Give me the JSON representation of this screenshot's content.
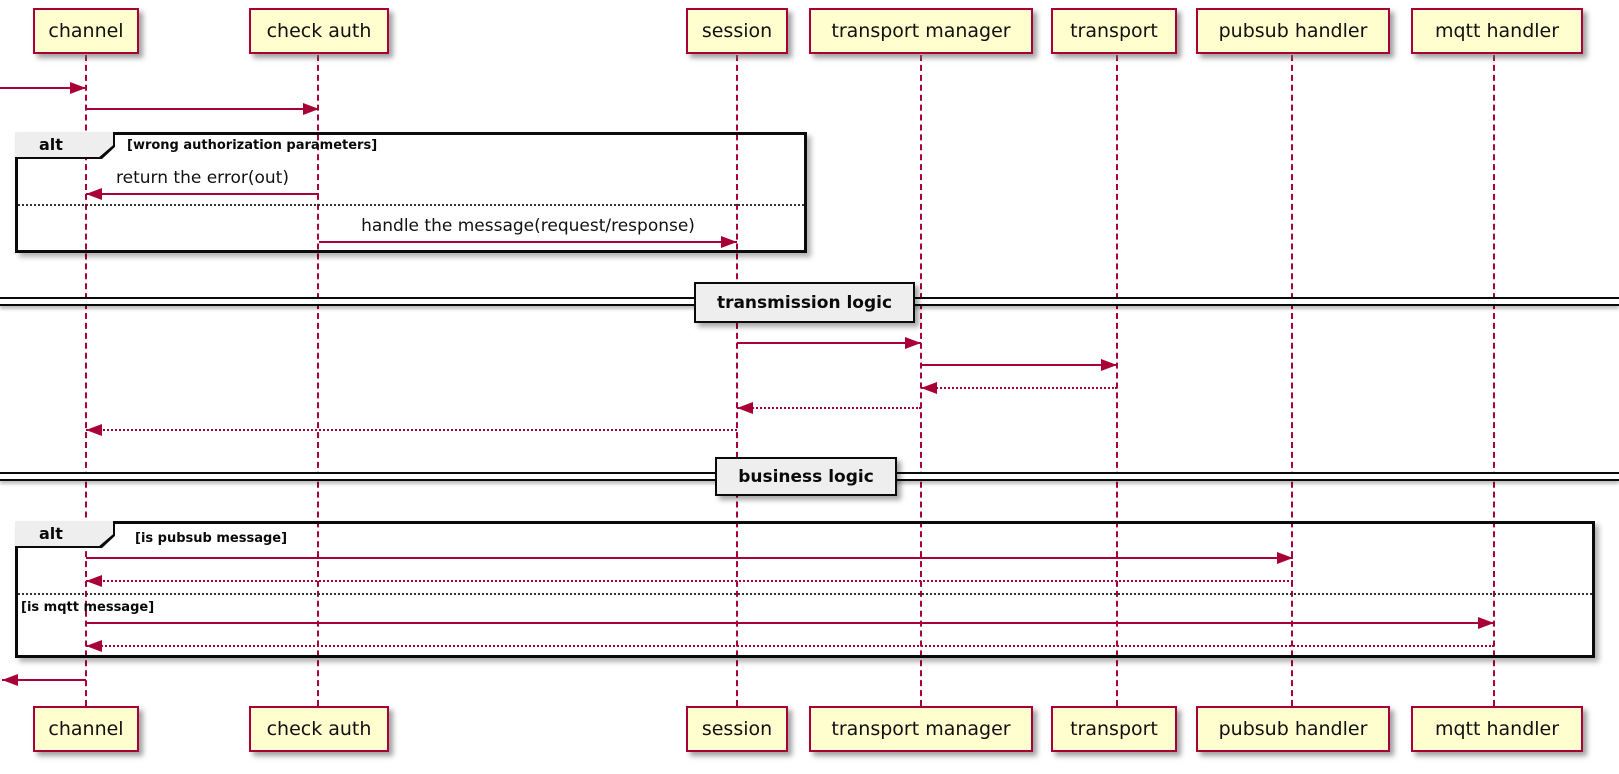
{
  "participants": [
    {
      "label": "channel"
    },
    {
      "label": "check auth"
    },
    {
      "label": "session"
    },
    {
      "label": "transport manager"
    },
    {
      "label": "transport"
    },
    {
      "label": "pubsub handler"
    },
    {
      "label": "mqtt handler"
    }
  ],
  "frames": {
    "auth": {
      "operator": "alt",
      "condition": "[wrong authorization parameters]"
    },
    "routing": {
      "operator": "alt",
      "condition_pubsub": "[is pubsub message]",
      "condition_mqtt": "[is mqtt message]"
    }
  },
  "messages": {
    "return_error": "return the error(out)",
    "handle_message": "handle the message(request/response)"
  },
  "dividers": {
    "transmission": "transmission logic",
    "business": "business logic"
  },
  "colors": {
    "participant_fill": "#FEFECE",
    "participant_border": "#A80036",
    "lifeline": "#A80036",
    "arrow": "#A80036",
    "frame_border": "#000000",
    "header_fill": "#EEEEEE"
  }
}
